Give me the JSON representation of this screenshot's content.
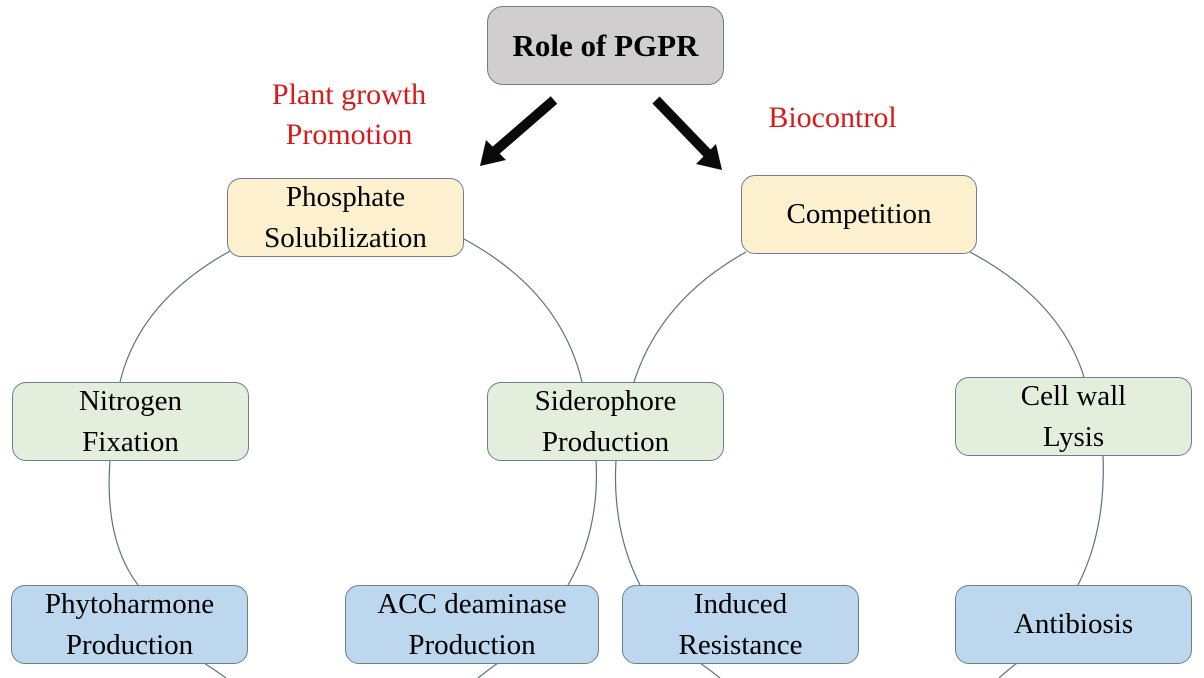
{
  "title": "Role of PGPR",
  "branches": {
    "left_label": "Plant growth\nPromotion",
    "right_label": "Biocontrol"
  },
  "nodes": {
    "root": "Role of PGPR",
    "phosphate": "Phosphate\nSolubilization",
    "competition": "Competition",
    "nitrogen": "Nitrogen\nFixation",
    "siderophore": "Siderophore\nProduction",
    "cellwall": "Cell wall\nLysis",
    "phyto": "Phytoharmone\nProduction",
    "acc": "ACC deaminase\nProduction",
    "induced": "Induced\nResistance",
    "antibiosis": "Antibiosis"
  },
  "colors": {
    "root_fill": "#d0cece",
    "tier1_fill": "#fdf0cf",
    "tier2_fill": "#e3eedc",
    "tier3_fill": "#bdd7ee",
    "label_color": "#d91a1a",
    "connector_color": "#5b7386",
    "arrow_color": "#0a0a0a"
  }
}
